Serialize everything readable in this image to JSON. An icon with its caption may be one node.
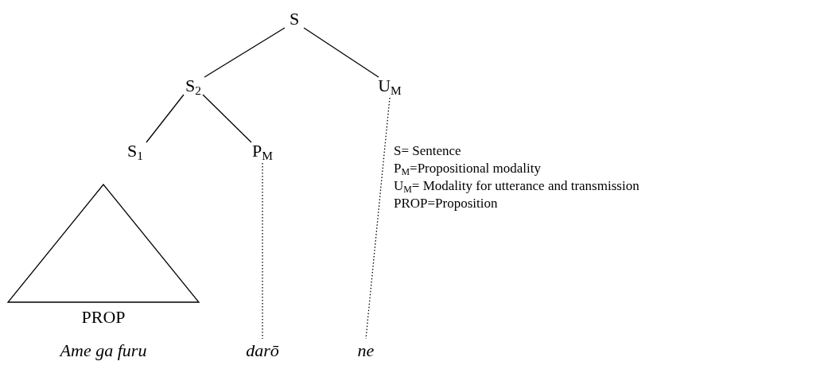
{
  "diagram": {
    "nodes": [
      {
        "text": [
          "S"
        ]
      },
      {
        "text": [
          "S$_{2}$"
        ]
      },
      {
        "text": [
          "U$_{M}$"
        ]
      },
      {
        "text": [
          "S$_{1}$"
        ]
      },
      {
        "text": [
          "P$_{M}$"
        ]
      },
      {
        "text": [
          "PROP"
        ],
        "beside": [
          "Ame ga furu"
        ]
      },
      {
        "text": [
          "darō"
        ]
      },
      {
        "text": [
          "ne"
        ]
      }
    ],
    "edges": [
      {
        "from": 0,
        "to": 1,
        "arrow": "none"
      },
      {
        "from": 0,
        "to": 2,
        "arrow": "none"
      },
      {
        "from": 1,
        "to": 3,
        "arrow": "none"
      },
      {
        "from": 1,
        "to": 4,
        "arrow": "none"
      },
      {
        "from": 4,
        "to": 6,
        "arrow": "none",
        "style": "dashed"
      },
      {
        "from": 2,
        "to": 7,
        "arrow": "none",
        "style": "dashed"
      }
    ],
    "labels": [
      "S= Sentence",
      "P$_{M}$=Propositional modality",
      "U$_{M}$= Modality for utterance and transmission",
      "PROP=Proposition"
    ]
  }
}
